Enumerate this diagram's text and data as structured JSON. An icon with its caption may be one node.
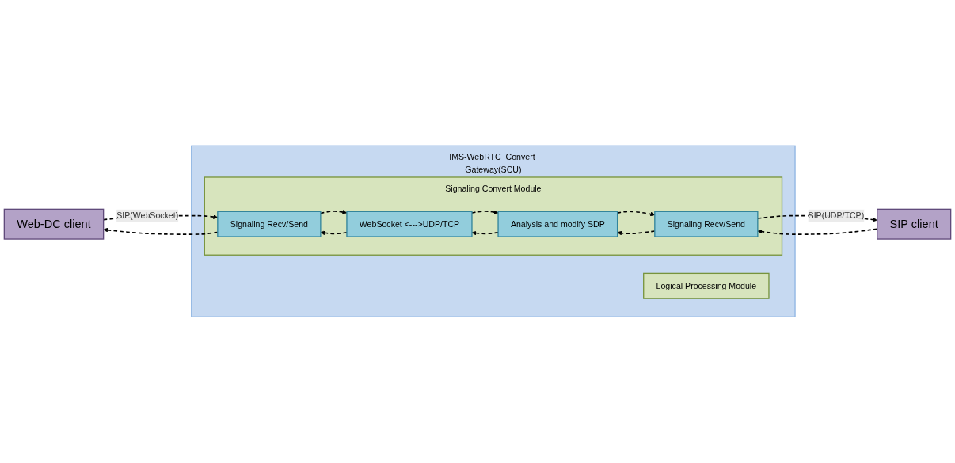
{
  "diagram": {
    "nodes": [
      {
        "text": [
          "Web-DC client"
        ]
      },
      {
        "text": [
          "IMS-WebRTC  Convert Gateway(SCU)"
        ]
      },
      {
        "text": [
          "Logical Processing Module"
        ],
        "in": 1
      },
      {
        "text": [
          "Signaling Convert Module"
        ],
        "in": 1
      },
      {
        "text": [
          "Signaling Recv/Send"
        ],
        "in": 3
      },
      {
        "text": [
          "Signaling Recv/Send"
        ],
        "in": 3
      },
      {
        "text": [
          "WebSocket <--->UDP/TCP"
        ],
        "in": 3
      },
      {
        "text": [
          "Analysis and modify SDP"
        ],
        "in": 3
      },
      {
        "text": [
          "SIP client"
        ]
      }
    ],
    "edges": [
      {
        "from": 0,
        "to": 4,
        "arrow": "to",
        "label": "SIP(WebSocket)",
        "style": "dashed"
      },
      {
        "from": 4,
        "to": 0,
        "arrow": "to",
        "style": "dashed"
      },
      {
        "from": 5,
        "to": 8,
        "arrow": "to",
        "label": "SIP(UDP/TCP)",
        "style": "dashed"
      },
      {
        "from": 8,
        "to": 5,
        "arrow": "to",
        "style": "dashed"
      },
      {
        "from": 6,
        "to": 4,
        "arrow": "to",
        "style": "dashed"
      },
      {
        "from": 4,
        "to": 6,
        "arrow": "to",
        "style": "dashed"
      },
      {
        "from": 5,
        "to": 7,
        "arrow": "to",
        "style": "dashed"
      },
      {
        "from": 7,
        "to": 5,
        "arrow": "to",
        "style": "dashed"
      },
      {
        "from": 6,
        "to": 7,
        "arrow": "to",
        "style": "dashed"
      },
      {
        "from": 7,
        "to": 6,
        "arrow": "to",
        "style": "dashed"
      }
    ]
  }
}
